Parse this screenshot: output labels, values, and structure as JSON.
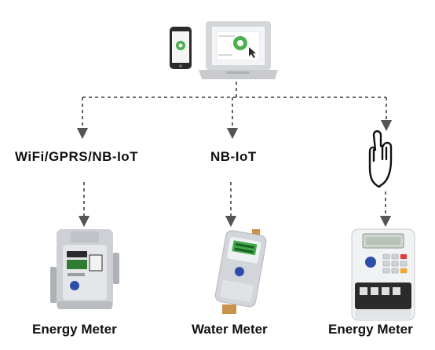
{
  "connections": [
    {
      "label": "WiFi/GPRS/NB-IoT"
    },
    {
      "label": "NB-IoT"
    },
    {
      "label": ""
    }
  ],
  "devices": [
    {
      "label": "Energy Meter"
    },
    {
      "label": "Water Meter"
    },
    {
      "label": "Energy Meter"
    }
  ],
  "icons": {
    "phone": "smartphone-icon",
    "laptop": "laptop-icon",
    "hand": "pointing-hand-icon",
    "meter_1": "din-rail-energy-meter-icon",
    "meter_2": "water-meter-icon",
    "meter_3": "keypad-energy-meter-icon"
  },
  "colors": {
    "arrow": "#555555",
    "device_body": "#c9ccd1",
    "app_green": "#4caf50",
    "meter_display": "#2e7d32",
    "brass": "#c8934a"
  }
}
